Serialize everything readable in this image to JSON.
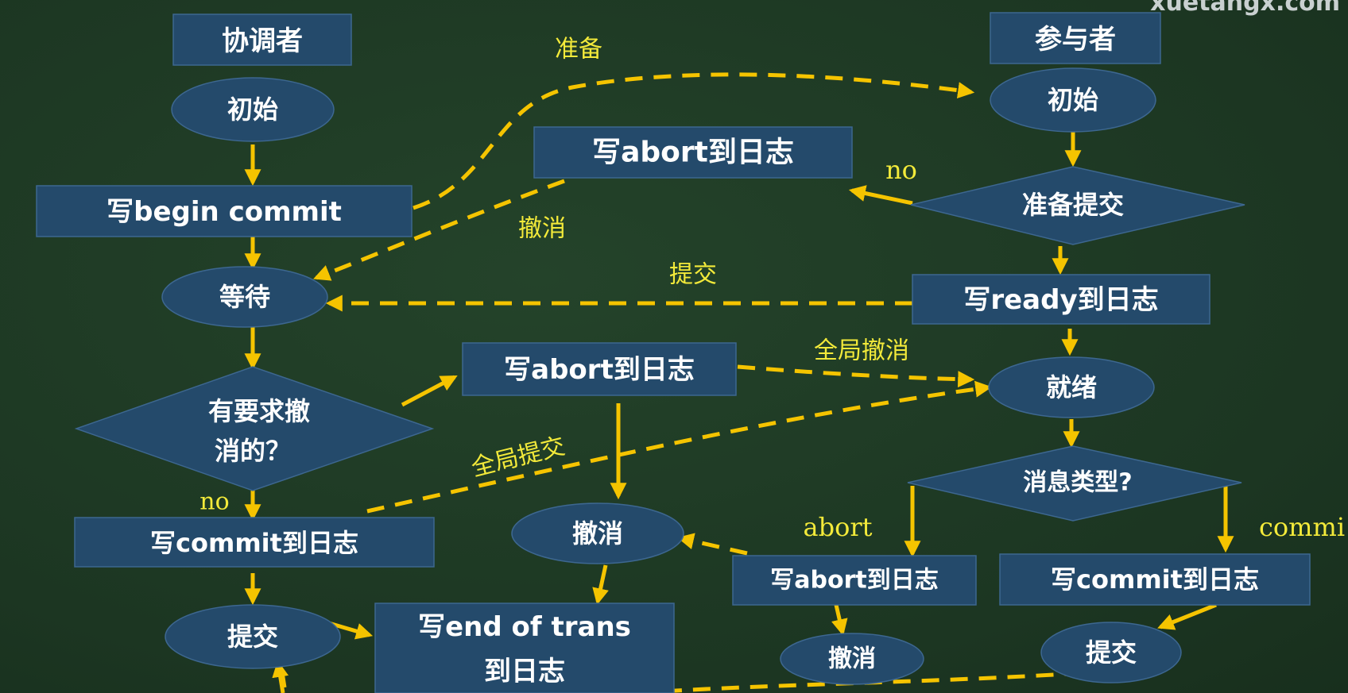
{
  "header": {
    "watermark": "xuetangx.com"
  },
  "nodes": {
    "coord_header": "协调者",
    "part_header": "参与者",
    "coord_init": "初始",
    "coord_write_begin": "写begin commit",
    "coord_wait": "等待",
    "coord_decision": [
      "有要求撤",
      "消的？"
    ],
    "coord_write_commit": "写commit到日志",
    "coord_commit": "提交",
    "coord_write_abort": "写abort到日志",
    "coord_abort": "撤消",
    "coord_write_end": [
      "写end of trans",
      "到日志"
    ],
    "part_init": "初始",
    "part_write_abort_top": "写abort到日志",
    "part_prepare": "准备提交",
    "part_write_ready": "写ready到日志",
    "part_ready": "就绪",
    "part_msg_type": "消息类型?",
    "part_write_abort": "写abort到日志",
    "part_abort": "撤消",
    "part_write_commit": "写commit到日志",
    "part_commit": "提交"
  },
  "edge_labels": {
    "prepare": "准备",
    "no_top": "no",
    "abort_msg": "撤消",
    "commit_msg": "提交",
    "global_abort": "全局撤消",
    "global_commit": "全局提交",
    "no_left": "no",
    "abort_branch": "abort",
    "commit_branch": "commi"
  },
  "colors": {
    "board": "#1f3a25",
    "node_fill": "#244a6b",
    "arrow": "#f5c400",
    "label": "#f3ea3a",
    "text": "#ffffff"
  }
}
